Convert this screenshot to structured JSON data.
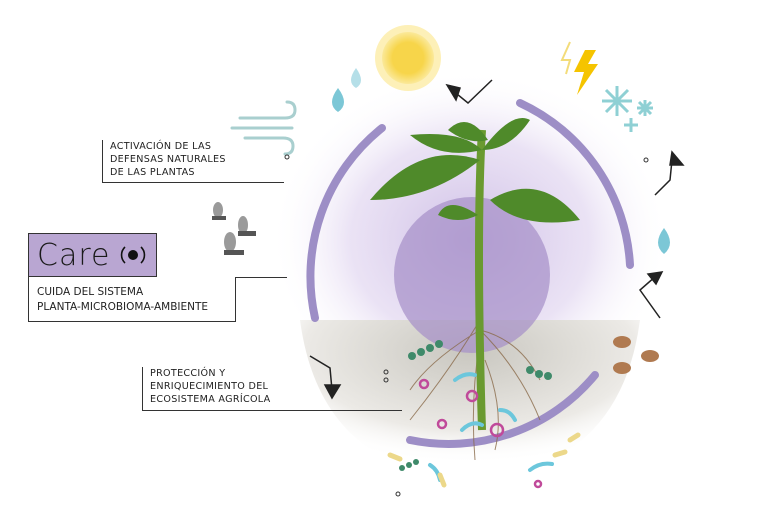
{
  "labels": {
    "defense": [
      "ACTIVACIÓN DE LAS",
      "DEFENSAS NATURALES",
      "DE LAS PLANTAS"
    ],
    "ecosystem": [
      "PROTECCIÓN Y",
      "ENRIQUECIMIENTO DEL",
      "ECOSISTEMA AGRÍCOLA"
    ]
  },
  "brand": {
    "name": "Care",
    "tagline": [
      "CUIDA DEL SISTEMA",
      "PLANTA-MICROBIOMA-AMBIENTE"
    ]
  },
  "colors": {
    "arc": "#9d8ec6",
    "brand_box": "#b9a6d2",
    "sun": "#f7d54a",
    "water": "#7cc7d6",
    "leaf": "#4f8a2a"
  },
  "icons": [
    "sun-icon",
    "lightning-icon",
    "snowflake-icon",
    "wind-icon",
    "water-drop-icon",
    "mosquito-icon",
    "beetle-icon",
    "bacteria-icon",
    "plant-icon",
    "target-icon"
  ]
}
